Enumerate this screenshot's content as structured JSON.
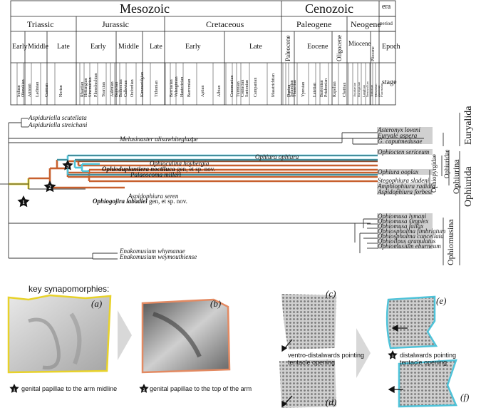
{
  "timescale": {
    "eras": [
      {
        "label": "Mesozoic"
      },
      {
        "label": "Cenozoic"
      }
    ],
    "row_labels": {
      "era": "era",
      "period": "period",
      "epoch": "Epoch",
      "stage": "stage"
    },
    "periods": [
      {
        "label": "Triassic"
      },
      {
        "label": "Jurassic"
      },
      {
        "label": "Cretaceous"
      },
      {
        "label": "Paleogene"
      },
      {
        "label": "Neogene"
      }
    ],
    "epochs": [
      {
        "label": "Early"
      },
      {
        "label": "Middle"
      },
      {
        "label": "Late"
      },
      {
        "label": "Early"
      },
      {
        "label": "Middle"
      },
      {
        "label": "Late"
      },
      {
        "label": "Early"
      },
      {
        "label": "Late"
      },
      {
        "label": "Paleocene"
      },
      {
        "label": "Eocene"
      },
      {
        "label": "Oligocene"
      },
      {
        "label": "Miocene"
      },
      {
        "label": "Pliocene"
      }
    ],
    "stages": [
      {
        "label": "Induan"
      },
      {
        "label": "Olenekian"
      },
      {
        "label": "Anisian"
      },
      {
        "label": "Ladinian"
      },
      {
        "label": "Carnian"
      },
      {
        "label": "Norian"
      },
      {
        "label": "Rhaetian"
      },
      {
        "label": "Hettangian"
      },
      {
        "label": "Sinemurian"
      },
      {
        "label": "Pliensbachian"
      },
      {
        "label": "Toarcian"
      },
      {
        "label": "Aalenian"
      },
      {
        "label": "Bajocian"
      },
      {
        "label": "Bathonian"
      },
      {
        "label": "Callovian"
      },
      {
        "label": "Oxfordian"
      },
      {
        "label": "Kimmeridgian"
      },
      {
        "label": "Tithonian"
      },
      {
        "label": "Berriasian"
      },
      {
        "label": "Valanginian"
      },
      {
        "label": "Hauterivian"
      },
      {
        "label": "Barremian"
      },
      {
        "label": "Aptian"
      },
      {
        "label": "Albian"
      },
      {
        "label": "Cenomanian"
      },
      {
        "label": "Turonian"
      },
      {
        "label": "Coniacian"
      },
      {
        "label": "Santonian"
      },
      {
        "label": "Campanian"
      },
      {
        "label": "Maastrichtian"
      },
      {
        "label": "Danian"
      },
      {
        "label": "Selandian"
      },
      {
        "label": "Thanetian"
      },
      {
        "label": "Ypresian"
      },
      {
        "label": "Lutetian"
      },
      {
        "label": "Bartonian"
      },
      {
        "label": "Priabonian"
      },
      {
        "label": "Rupelian"
      },
      {
        "label": "Chattian"
      },
      {
        "label": "Aquitanian"
      },
      {
        "label": "Burdigalian"
      },
      {
        "label": "Langhian"
      },
      {
        "label": "Serravallian"
      },
      {
        "label": "Tortonian"
      },
      {
        "label": "Messinian"
      },
      {
        "label": "Zanclean"
      },
      {
        "label": "Piacenzian"
      }
    ]
  },
  "taxa": [
    {
      "name": "Aspiduriella scutellata"
    },
    {
      "name": "Aspiduriella streichani"
    },
    {
      "name": "Melusinaster alisawhiteglazae"
    },
    {
      "name": "Asteronyx loveni",
      "extant": true
    },
    {
      "name": "Euryale aspera",
      "extant": true
    },
    {
      "name": "G. caputmedusae",
      "extant": true
    },
    {
      "name": "Ophiocten sericeum",
      "extant": true
    },
    {
      "name": "Ophiura ophiura"
    },
    {
      "name": "Ophioculina hoybergia"
    },
    {
      "name": "Ophioduplantiera noctiluca",
      "suffix": " gen, et sp. nov."
    },
    {
      "name": "Ophiura ooplax",
      "extant": true
    },
    {
      "name": "Palaeocoma milleri"
    },
    {
      "name": "Stegophiura sladeni"
    },
    {
      "name": "Amphiophiura radiata",
      "extant": true
    },
    {
      "name": "Aspidophiura forbesi",
      "extant": true
    },
    {
      "name": "Aspidophiura seren"
    },
    {
      "name": "Ophiogojira labadiei",
      "suffix": " gen, et sp. nov."
    },
    {
      "name": "Ophiomusa lymani",
      "extant": true
    },
    {
      "name": "Ophiomusa simplex",
      "extant": true
    },
    {
      "name": "Ophiomusa fallax",
      "extant": true
    },
    {
      "name": "Ophiosphalma fimbriatum",
      "extant": true
    },
    {
      "name": "Ophiosphalma cancellata",
      "extant": true
    },
    {
      "name": "Ophiolipus granulatus",
      "extant": true
    },
    {
      "name": "Ophiomusium eburneum",
      "extant": true
    },
    {
      "name": "Enakomusium whymanae"
    },
    {
      "name": "Enakomusium weymouthiense"
    }
  ],
  "clades": {
    "euryalida": "Euryalida",
    "ophiurida": "Ophiurida",
    "ophiurina": "Ophiurina",
    "ophiuridae": "Ophiuridae",
    "ophiopyrgidae": "Ophiopyrgidae",
    "ophiomusina": "Ophiomusina"
  },
  "nodes": [
    {
      "label": "1"
    },
    {
      "label": "2"
    },
    {
      "label": "3"
    }
  ],
  "colors": {
    "node1": "#f2e23a",
    "node2": "#c8602e",
    "node3": "#4fc3d9",
    "extant_highlight": "#d0d0d0",
    "tree": "#333333"
  },
  "synapomorphies": {
    "heading": "key synapomorphies:",
    "panels": [
      {
        "letter": "(a)"
      },
      {
        "letter": "(b)"
      },
      {
        "letter": "(c)"
      },
      {
        "letter": "(d)"
      },
      {
        "letter": "(e)"
      },
      {
        "letter": "(f)"
      }
    ],
    "caption1": "genital papillae to the arm midline",
    "caption2": "genital papillae to the top of the arm",
    "caption_cd": [
      "ventro-distalwards pointing",
      "tentacle opening"
    ],
    "caption3": [
      "distalwards pointing",
      "tentacle opening"
    ]
  }
}
